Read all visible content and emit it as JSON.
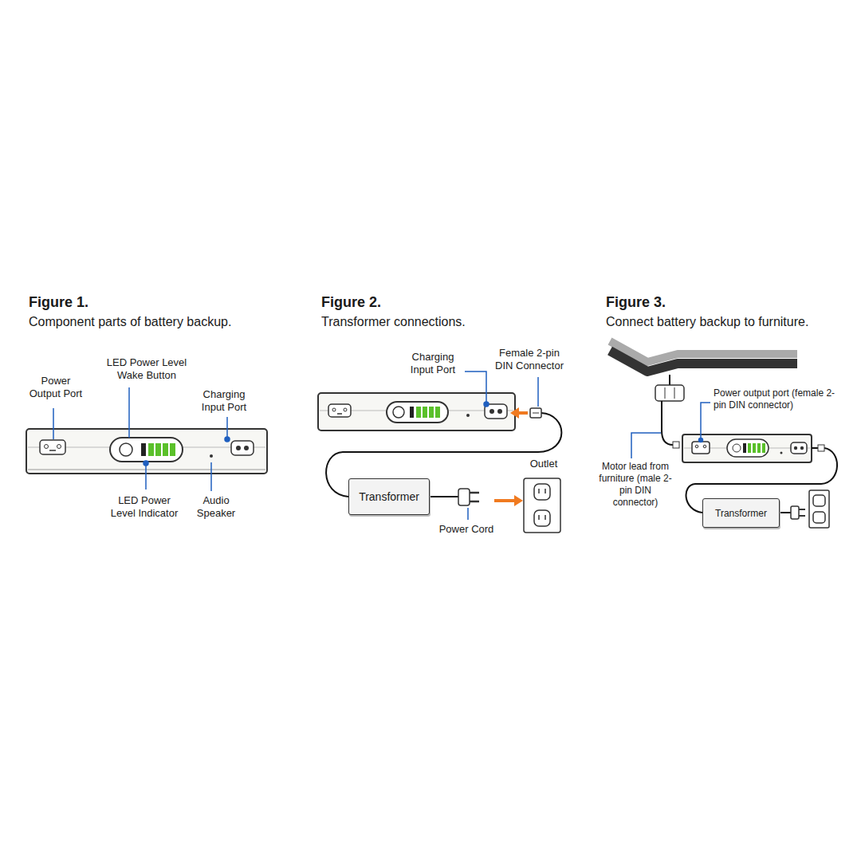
{
  "diagram": {
    "nodes": [
      {
        "text": [
          "Transformer"
        ]
      },
      {
        "text": [
          "Transformer"
        ]
      }
    ],
    "labels": [
      "Figure 1.",
      "Component parts of battery backup.",
      "Power Output Port",
      "LED Power Level Wake Button",
      "Charging Input Port",
      "LED Power Level Indicator",
      "Audio Speaker",
      "Figure 2.",
      "Transformer connections.",
      "Charging Input Port",
      "Female 2-pin DIN Connector",
      "Outlet",
      "Power Cord",
      "Figure 3.",
      "Connect battery backup to furniture.",
      "Power output port (female 2-pin DIN connector)",
      "Motor lead from furniture (male 2-pin DIN connector)"
    ]
  }
}
